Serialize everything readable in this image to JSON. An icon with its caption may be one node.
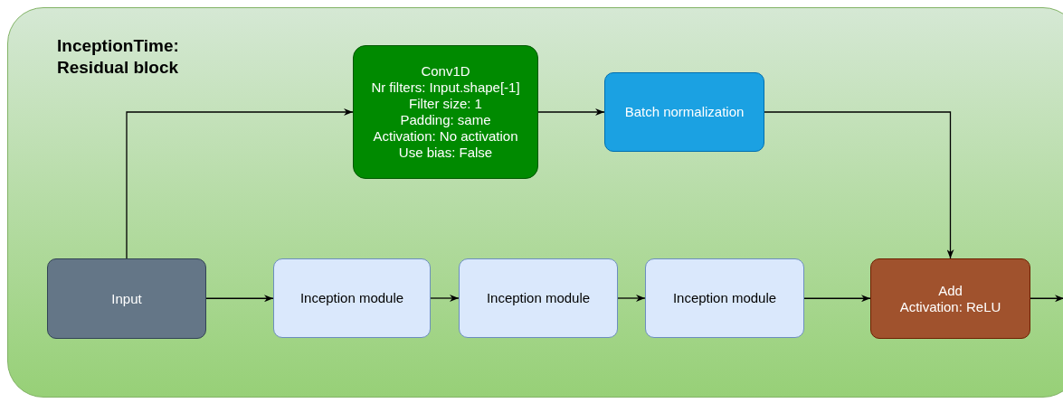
{
  "diagram": {
    "nodes": [
      {
        "text": [
          "InceptionTime: Residual block"
        ]
      },
      {
        "text": [
          "Conv1D",
          "Nr filters: Input.shape[-1]",
          "Filter size: 1",
          "Padding: same",
          "Activation: No activation",
          "Use bias: False"
        ],
        "in": 0
      },
      {
        "text": [
          "Batch normalization"
        ],
        "in": 0
      },
      {
        "text": [
          "Input"
        ],
        "in": 0
      },
      {
        "text": [
          "Inception module"
        ],
        "in": 0
      },
      {
        "text": [
          "Inception module"
        ],
        "in": 0
      },
      {
        "text": [
          "Inception module"
        ],
        "in": 0
      },
      {
        "text": [
          "Add",
          "Activation: ReLU"
        ],
        "in": 0
      }
    ],
    "edges": [
      {
        "from": 3,
        "to": 1,
        "arrow": "to"
      },
      {
        "from": 1,
        "to": 2,
        "arrow": "to"
      },
      {
        "from": 2,
        "to": 7,
        "arrow": "to"
      },
      {
        "from": 3,
        "to": 4,
        "arrow": "to"
      },
      {
        "from": 4,
        "to": 5,
        "arrow": "to"
      },
      {
        "from": 5,
        "to": 6,
        "arrow": "to"
      },
      {
        "from": 6,
        "to": 7,
        "arrow": "to"
      },
      {
        "from": 7,
        "to": null,
        "arrow": "to"
      }
    ]
  }
}
